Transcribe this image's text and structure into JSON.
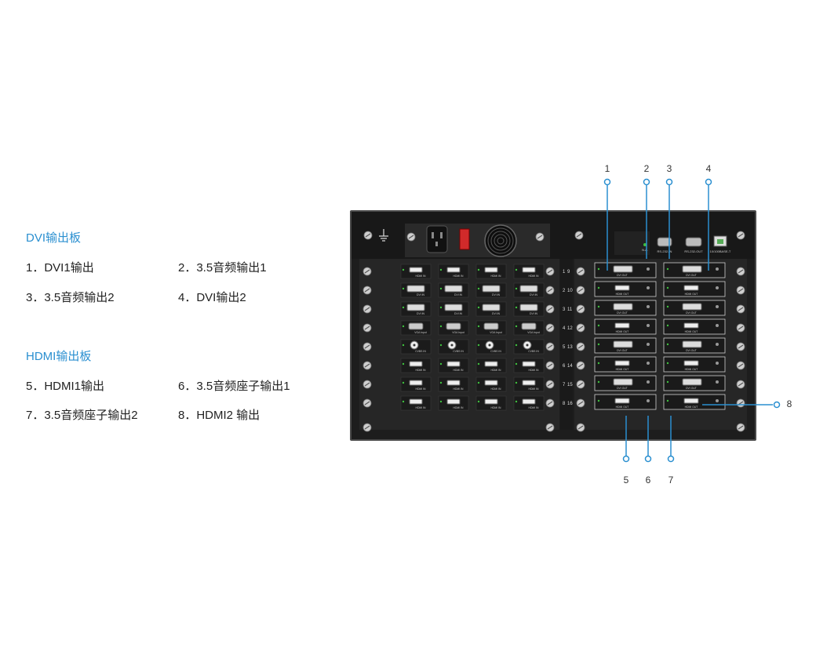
{
  "legend": {
    "dvi_title": "DVI输出板",
    "dvi_items": [
      "1．DVI1输出",
      "2．3.5音频输出1",
      "3．3.5音频输出2",
      "4．DVI输出2"
    ],
    "hdmi_title": "HDMI输出板",
    "hdmi_items": [
      "5．HDMI1输出",
      "6．3.5音频座子输出1",
      "7．3.5音频座子输出2",
      "8．HDMI2 输出"
    ]
  },
  "callouts": {
    "top": [
      "1",
      "2",
      "3",
      "4"
    ],
    "bottom": [
      "5",
      "6",
      "7"
    ],
    "right": "8"
  },
  "device": {
    "input_labels": [
      "HDMI IN",
      "DVI IN",
      "DVI IN",
      "VGA Input",
      "CVBS IN",
      "HDMI IN",
      "HDMI IN",
      "HDMI IN"
    ],
    "channel_left": [
      "1",
      "2",
      "3",
      "4",
      "5",
      "6",
      "7",
      "8"
    ],
    "channel_right": [
      "9",
      "10",
      "11",
      "12",
      "13",
      "14",
      "15",
      "16"
    ],
    "output_labels": [
      "DVI OUT",
      "HDMI OUT",
      "DVI OUT",
      "HDMI OUT",
      "DVI OUT",
      "HDMI OUT",
      "DVI OUT",
      "HDMI OUT"
    ],
    "output_labels_right": [
      "DVI OUT",
      "HDMI OUT",
      "DVI OUT",
      "HDMI OUT",
      "DVI OUT",
      "HDMI OUT",
      "DVI OUT",
      "HDMI OUT"
    ],
    "port_labels": [
      "N.A.",
      "RS-232-IN",
      "RS-232-OUT",
      "10/100BASE-T"
    ],
    "colors": {
      "accent": "#2a8fd0",
      "chassis": "#1d1d1d",
      "led": "#3fbf3f",
      "switch": "#d12a2a"
    }
  }
}
